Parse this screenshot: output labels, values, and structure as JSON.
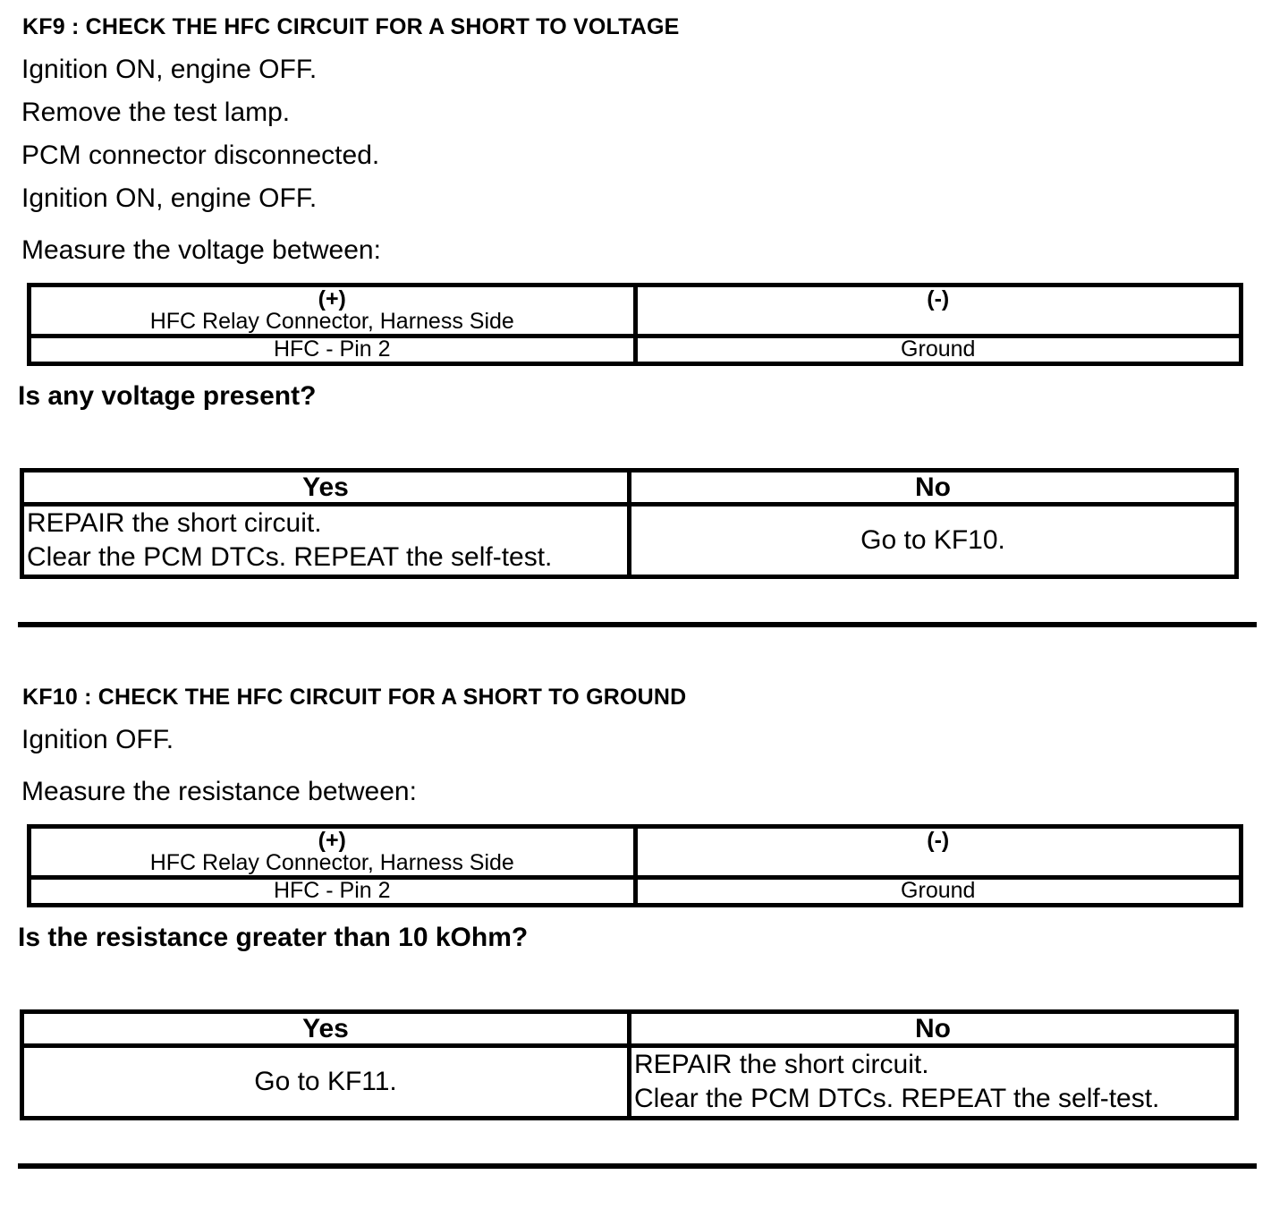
{
  "sections": [
    {
      "id": "KF9",
      "title": "KF9 : CHECK THE HFC CIRCUIT FOR A SHORT TO VOLTAGE",
      "steps": [
        "Ignition ON, engine OFF.",
        "Remove the test lamp.",
        "PCM connector disconnected.",
        "Ignition ON, engine OFF."
      ],
      "measure_instruction": "Measure the voltage between:",
      "measurement_table": {
        "plus_sign": "(+)",
        "plus_label": "HFC Relay Connector, Harness Side",
        "minus_sign": "(-)",
        "plus_value": "HFC - Pin 2",
        "minus_value": "Ground"
      },
      "question": "Is any voltage present?",
      "decision_table": {
        "yes_header": "Yes",
        "no_header": "No",
        "yes_lines": [
          "REPAIR the short circuit.",
          "Clear the PCM DTCs. REPEAT the self-test."
        ],
        "no_lines": [
          "Go to KF10."
        ]
      }
    },
    {
      "id": "KF10",
      "title": "KF10 : CHECK THE HFC CIRCUIT FOR A SHORT TO GROUND",
      "steps": [
        "Ignition OFF."
      ],
      "measure_instruction": "Measure the resistance between:",
      "measurement_table": {
        "plus_sign": "(+)",
        "plus_label": "HFC Relay Connector, Harness Side",
        "minus_sign": "(-)",
        "plus_value": "HFC - Pin 2",
        "minus_value": "Ground"
      },
      "question": "Is the resistance greater than 10 kOhm?",
      "decision_table": {
        "yes_header": "Yes",
        "no_header": "No",
        "yes_lines": [
          "Go to KF11."
        ],
        "no_lines": [
          "REPAIR the short circuit.",
          "Clear the PCM DTCs. REPEAT the self-test."
        ]
      }
    }
  ],
  "colors": {
    "text": "#000000",
    "background": "#ffffff",
    "border": "#000000"
  }
}
